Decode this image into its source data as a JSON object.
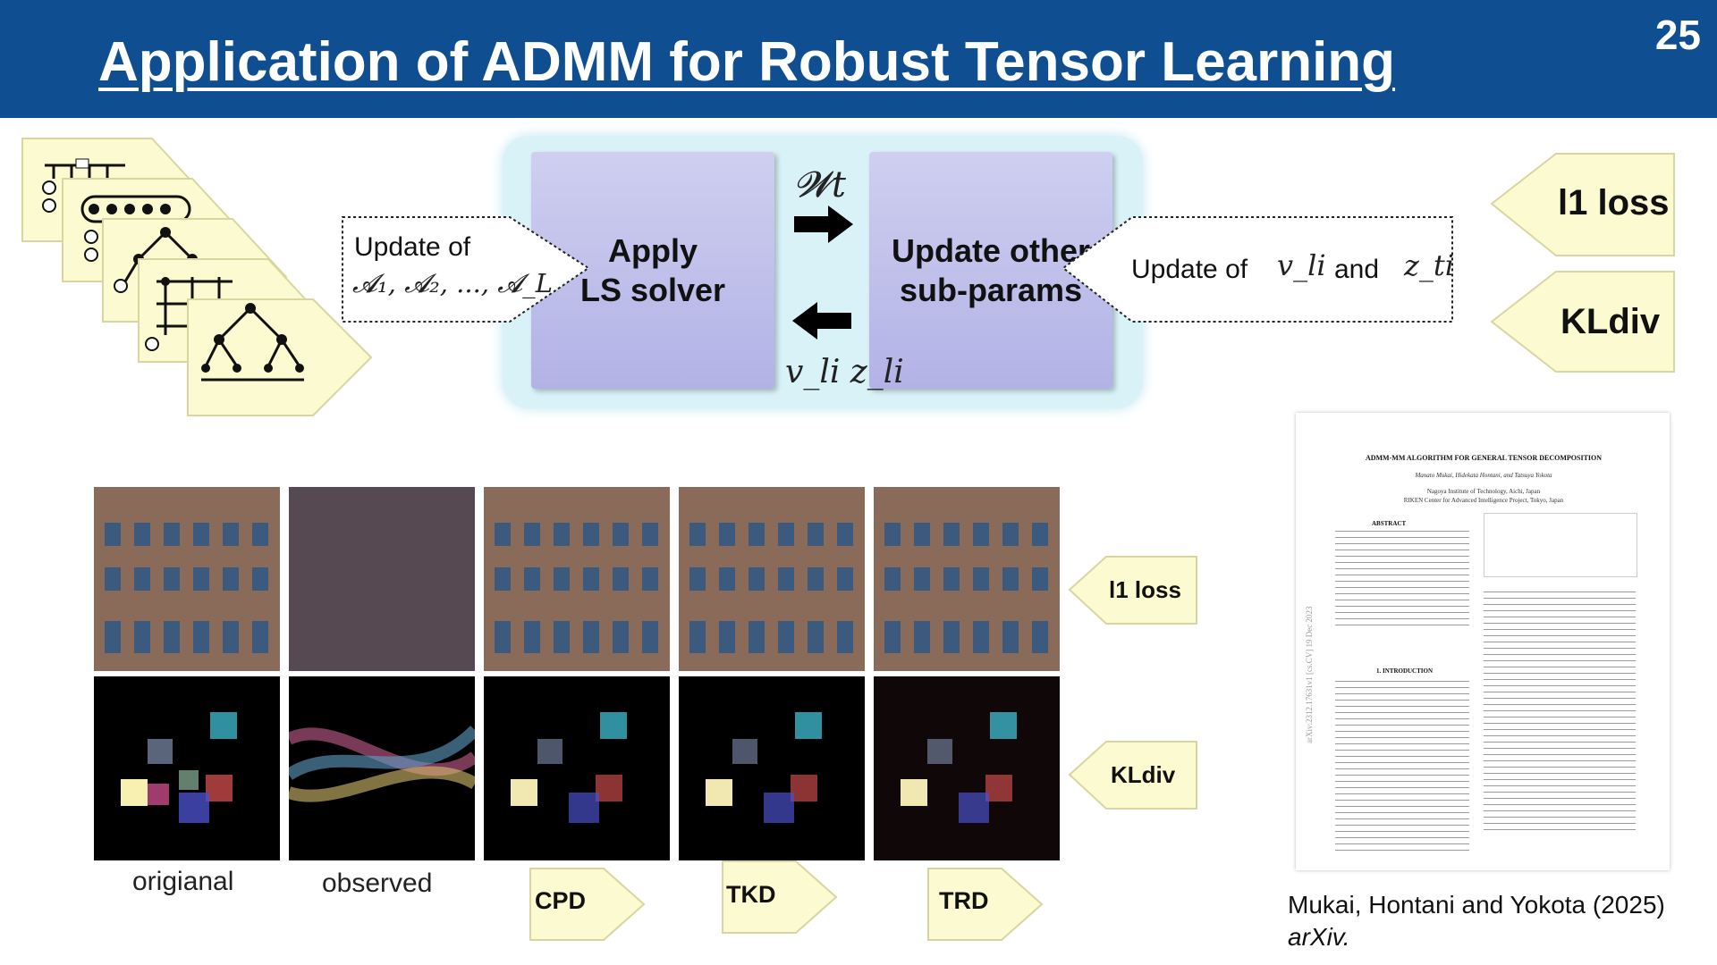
{
  "header": {
    "title": "Application of ADMM for Robust Tensor Learning",
    "page_number": "25"
  },
  "admm": {
    "left_box": "Apply\nLS solver",
    "right_box": "Update other\nsub-params",
    "top_symbol": "𝓦t",
    "bottom_symbol": "v_li z_li",
    "left_callout": {
      "text": "Update of",
      "math": "𝓐₁, 𝓐₂, ..., 𝓐_L"
    },
    "right_callout": {
      "text": "Update of",
      "and": "and",
      "math1": "v_li",
      "math2": "z_ti"
    }
  },
  "loss_tags": [
    "l1 loss",
    "KLdiv"
  ],
  "image_grid": {
    "row_tags": [
      "l1 loss",
      "KLdiv"
    ],
    "column_labels": [
      "origianal",
      "observed"
    ],
    "method_tags": [
      "CPD",
      "TKD",
      "TRD"
    ]
  },
  "paper": {
    "title": "ADMM-MM ALGORITHM FOR GENERAL TENSOR DECOMPOSITION",
    "authors": "Manato Mukai, Hidekata Hontani, and Tatsuya Yokota",
    "affiliation1": "Nagoya Institute of Technology, Aichi, Japan",
    "affiliation2": "RIKEN Center for Advanced Intelligence Project, Tokyo, Japan",
    "abstract_heading": "ABSTRACT",
    "section_heading": "1. INTRODUCTION",
    "arxiv_id": "arXiv:2312.17631v1 [cs.CV] 19 Dec 2023"
  },
  "citation": {
    "authors": "Mukai, Hontani and Yokota (2025)",
    "venue": "arXiv."
  }
}
